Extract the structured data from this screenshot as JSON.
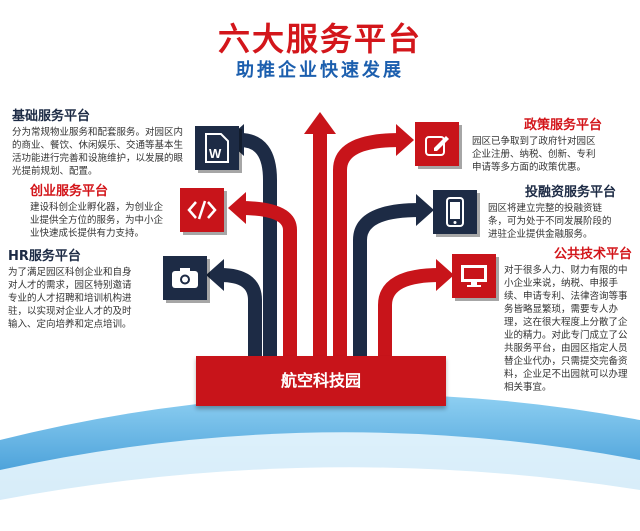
{
  "title": "六大服务平台",
  "subtitle": "助推企业快速发展",
  "center": "航空科技园",
  "platforms": [
    {
      "title": "基础服务平台",
      "text": "分为常规物业服务和配套服务。对园区内的商业、餐饮、休闲娱乐、交通等基本生活功能进行完善和设施维护，以发展的眼光提前规划、配置。",
      "icon": "word-document-icon"
    },
    {
      "title": "创业服务平台",
      "text": "建设科创企业孵化器，为创业企业提供全方位的服务，为中小企业快速成长提供有力支持。",
      "icon": "code-icon"
    },
    {
      "title": "HR服务平台",
      "text": "为了满足园区科创企业和自身对人才的需求，园区特别邀请专业的人才招聘和培训机构进驻，以实现对企业人才的及时输入、定向培养和定点培训。",
      "icon": "camera-icon"
    },
    {
      "title": "政策服务平台",
      "text": "园区已争取到了政府针对园区企业注册、纳税、创新、专利申请等多方面的政策优惠。",
      "icon": "pencil-edit-icon"
    },
    {
      "title": "投融资服务平台",
      "text": "园区将建立完整的投融资链条，可为处于不同发展阶段的进驻企业提供金融服务。",
      "icon": "phone-icon"
    },
    {
      "title": "公共技术平台",
      "text": "对于很多人力、财力有限的中小企业来说，纳税、申报手续、申请专利、法律咨询等事务皆略显繁琐，需要专人办理，这在很大程度上分散了企业的精力。对此专门成立了公共服务平台，由园区指定人员替企业代办，只需提交完备资料，企业足不出园就可以办理相关事宜。",
      "icon": "monitor-icon"
    }
  ],
  "colors": {
    "red": "#c8141a",
    "navy": "#1d2b45",
    "blue": "#1c5fae"
  }
}
